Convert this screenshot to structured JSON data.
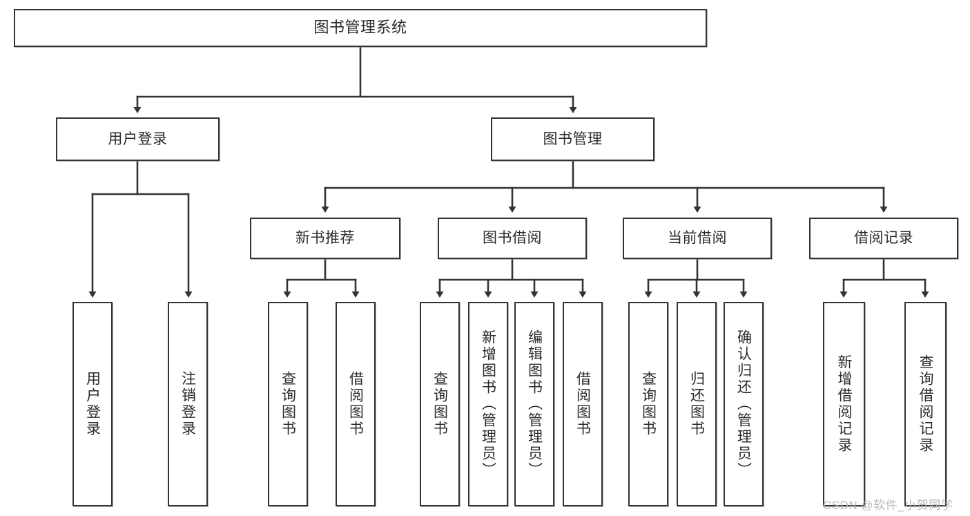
{
  "diagram": {
    "title": "图书管理系统",
    "type": "tree",
    "watermark": "CSDN @软件_小贺同学",
    "edge_color": "#333333",
    "node_border_color": "#333333",
    "node_fill_color": "#ffffff",
    "nodes": {
      "root": {
        "label": "图书管理系统"
      },
      "level2": [
        {
          "id": "login",
          "label": "用户登录"
        },
        {
          "id": "book_mgmt",
          "label": "图书管理"
        }
      ],
      "level3": [
        {
          "id": "new_book_rec",
          "label": "新书推荐"
        },
        {
          "id": "book_borrow",
          "label": "图书借阅"
        },
        {
          "id": "current_borrow",
          "label": "当前借阅"
        },
        {
          "id": "borrow_record",
          "label": "借阅记录"
        }
      ],
      "leaves": {
        "login": [
          {
            "id": "user_login",
            "label": "用户登录"
          },
          {
            "id": "user_logout",
            "label": "注销登录"
          }
        ],
        "new_book_rec": [
          {
            "id": "query_book_1",
            "label": "查询图书"
          },
          {
            "id": "borrow_book_1",
            "label": "借阅图书"
          }
        ],
        "book_borrow": [
          {
            "id": "query_book_2",
            "label": "查询图书"
          },
          {
            "id": "add_book",
            "label": "新增图书（管理员）"
          },
          {
            "id": "edit_book",
            "label": "编辑图书（管理员）"
          },
          {
            "id": "borrow_book_2",
            "label": "借阅图书"
          }
        ],
        "current_borrow": [
          {
            "id": "query_book_3",
            "label": "查询图书"
          },
          {
            "id": "return_book",
            "label": "归还图书"
          },
          {
            "id": "confirm_return",
            "label": "确认归还（管理员）"
          }
        ],
        "borrow_record": [
          {
            "id": "add_record",
            "label": "新增借阅记录"
          },
          {
            "id": "query_record",
            "label": "查询借阅记录"
          }
        ]
      }
    }
  }
}
